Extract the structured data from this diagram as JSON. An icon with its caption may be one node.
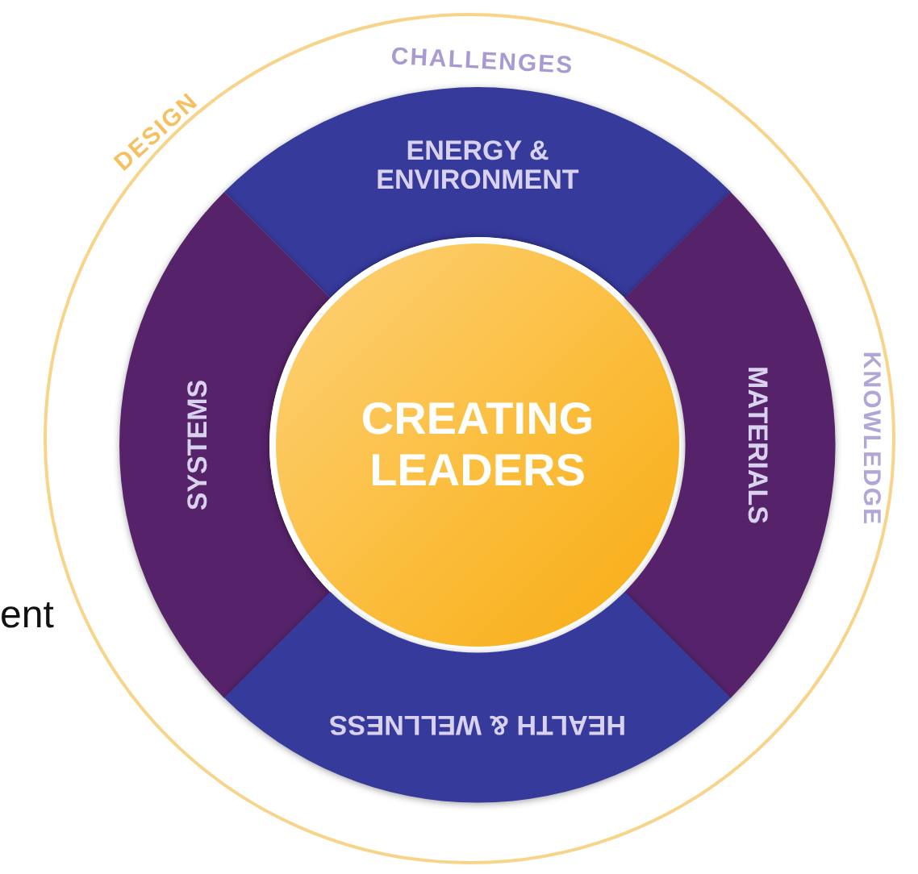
{
  "diagram": {
    "nodes": [
      {
        "text": [
          "DESIGN",
          "CHALLENGES",
          "KNOWLEDGE"
        ]
      },
      {
        "text": [
          "ENERGY & ENVIRONMENT"
        ],
        "in": 0
      },
      {
        "text": [
          "SYSTEMS"
        ],
        "in": 0
      },
      {
        "text": [
          "CREATING LEADERS"
        ],
        "in": 0
      },
      {
        "text": [
          "MATERIALS"
        ],
        "in": 0
      },
      {
        "text": [
          "HEALTH & WELLNESS"
        ],
        "in": 0
      }
    ],
    "edges": [],
    "labels": [
      "ent"
    ]
  }
}
